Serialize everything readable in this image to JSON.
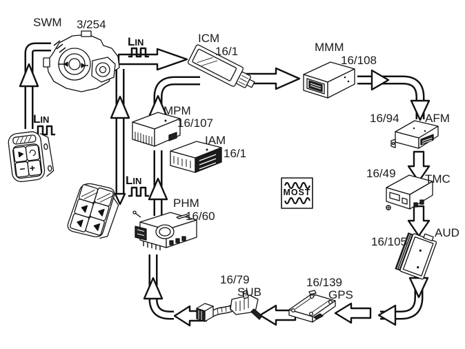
{
  "figure": {
    "background": "#ffffff",
    "line_color": "#111111",
    "description": "MOST ring network diagram with LIN-connected steering wheel controls"
  },
  "bus": {
    "lin_label": "LIN",
    "most_label": "MOST"
  },
  "modules": {
    "swm": {
      "label": "SWM",
      "code": "3/254"
    },
    "icm": {
      "label": "ICM",
      "code": "16/1"
    },
    "mpm": {
      "label": "MPM",
      "code": "16/107"
    },
    "iam": {
      "label": "IAM",
      "code": "16/1"
    },
    "mmm": {
      "label": "MMM",
      "code": "16/108"
    },
    "afm": {
      "label": "AFM",
      "code": "16/94"
    },
    "tmc": {
      "label": "TMC",
      "code": "16/49"
    },
    "aud": {
      "label": "AUD",
      "code": "16/105"
    },
    "gps": {
      "label": "GPS",
      "code": "16/139"
    },
    "sub": {
      "label": "SUB",
      "code": "16/79"
    },
    "phm": {
      "label": "PHM",
      "code": "16/60"
    }
  }
}
